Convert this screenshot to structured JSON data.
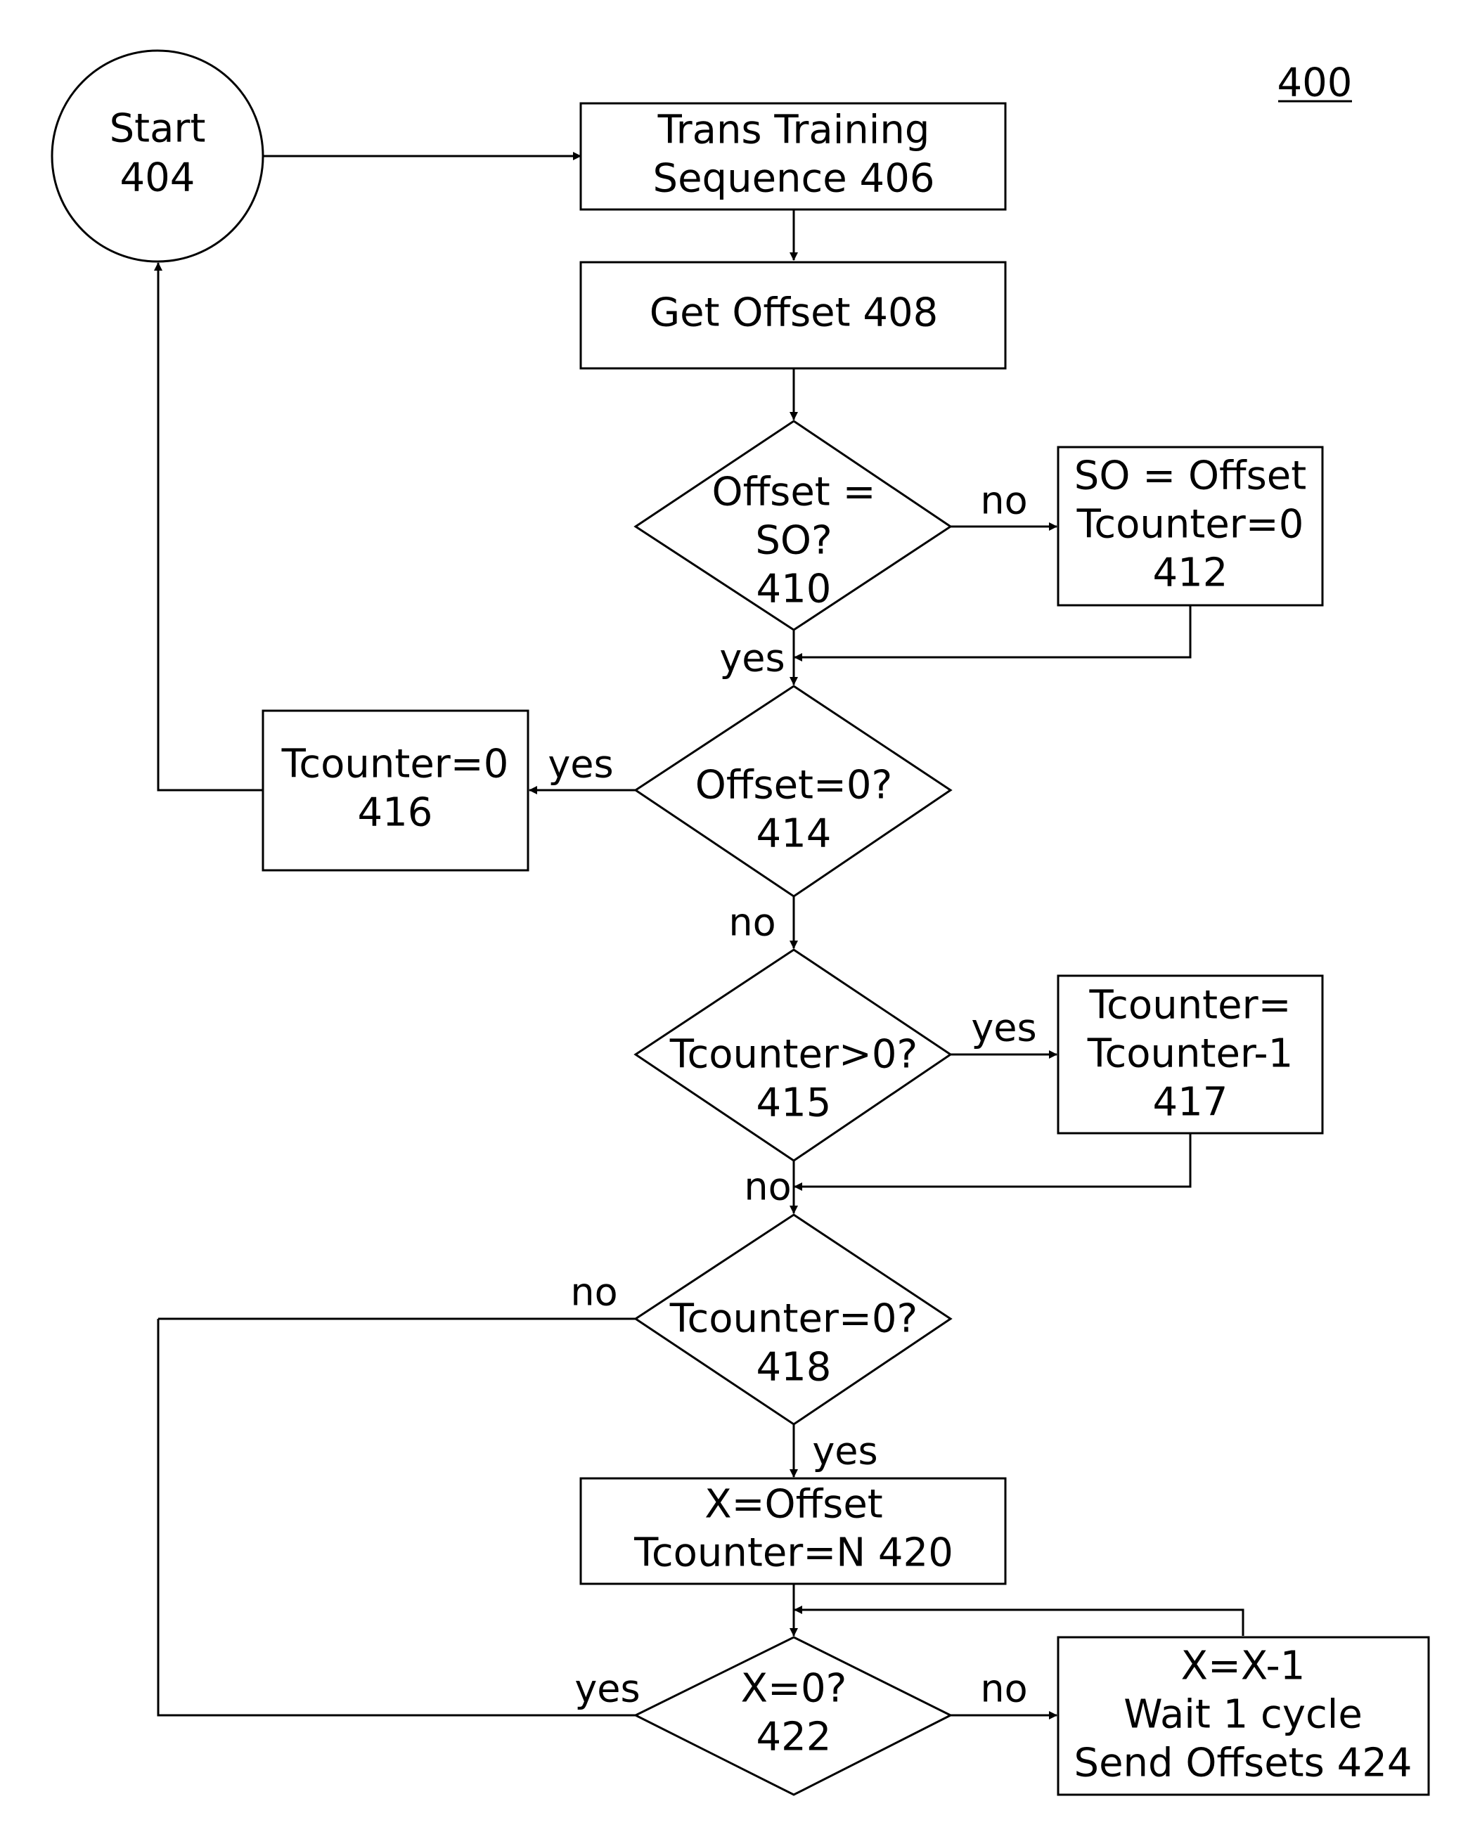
{
  "figure_label": "400",
  "nodes": {
    "start": {
      "line1": "Start",
      "line2": "404"
    },
    "n406": {
      "line1": "Trans Training",
      "line2": "Sequence 406"
    },
    "n408": {
      "line1": "Get Offset 408"
    },
    "d410": {
      "line1": "Offset =",
      "line2": "SO?",
      "line3": "410"
    },
    "n412": {
      "line1": "SO = Offset",
      "line2": "Tcounter=0",
      "line3": "412"
    },
    "d414": {
      "line1": "Offset=0?",
      "line2": "414"
    },
    "n416": {
      "line1": "Tcounter=0",
      "line2": "416"
    },
    "d415": {
      "line1": "Tcounter>0?",
      "line2": "415"
    },
    "n417": {
      "line1": "Tcounter=",
      "line2": "Tcounter-1",
      "line3": "417"
    },
    "d418": {
      "line1": "Tcounter=0?",
      "line2": "418"
    },
    "n420": {
      "line1": "X=Offset",
      "line2": "Tcounter=N 420"
    },
    "d422": {
      "line1": "X=0?",
      "line2": "422"
    },
    "n424": {
      "line1": "X=X-1",
      "line2": "Wait 1 cycle",
      "line3": "Send Offsets 424"
    }
  },
  "edge_labels": {
    "d410_no": "no",
    "d410_yes": "yes",
    "d414_yes": "yes",
    "d414_no": "no",
    "d415_yes": "yes",
    "d415_no": "no",
    "d418_no": "no",
    "d418_yes": "yes",
    "d422_yes": "yes",
    "d422_no": "no"
  }
}
